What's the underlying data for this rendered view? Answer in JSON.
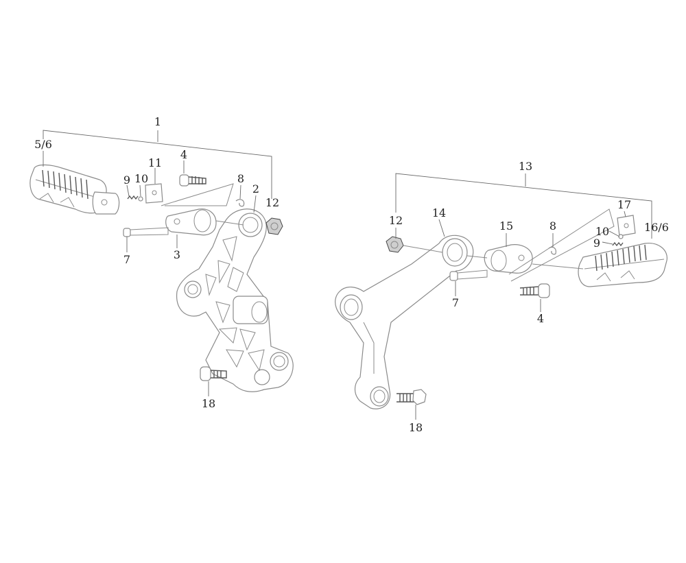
{
  "diagram": {
    "left_assembly": {
      "labels": {
        "assembly": "1",
        "footpeg": "5/6",
        "spring": "9",
        "ring": "10",
        "plate": "11",
        "bolt_top": "4",
        "clip": "8",
        "bracket": "2",
        "nut": "12",
        "pin": "7",
        "pivot": "3",
        "mount_bolt": "18"
      }
    },
    "right_assembly": {
      "labels": {
        "assembly": "13",
        "nut": "12",
        "bracket": "14",
        "pivot": "15",
        "clip": "8",
        "plate": "17",
        "ring": "10",
        "footpeg": "16/6",
        "spring": "9",
        "pin": "7",
        "bolt": "4",
        "mount_bolt": "18"
      }
    }
  }
}
